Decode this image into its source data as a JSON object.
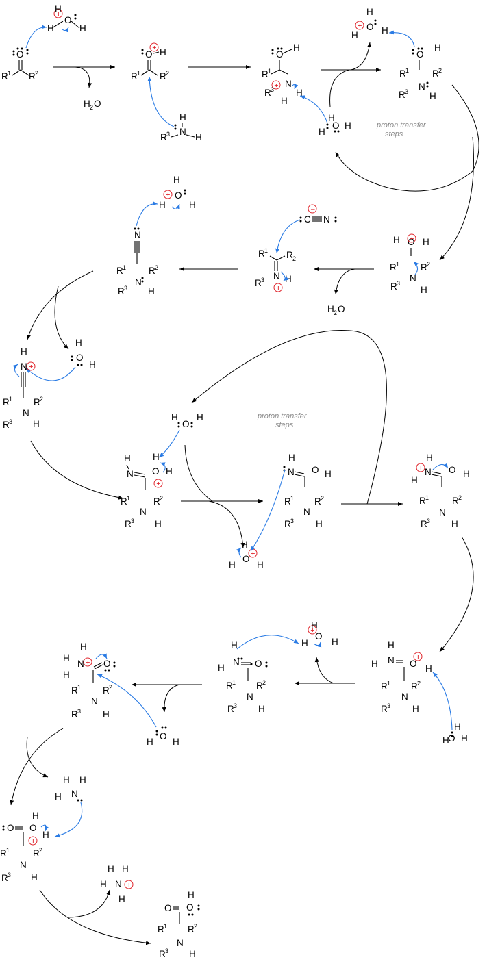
{
  "labels": {
    "proton_transfer_1": "proton transfer",
    "proton_transfer_1b": "steps",
    "proton_transfer_2": "proton transfer",
    "proton_transfer_2b": "steps",
    "water_1": "H",
    "water_1b": "2",
    "water_1c": "O",
    "water_2": "H",
    "water_2b": "2",
    "water_2c": "O"
  },
  "colors": {
    "charge": "#e0252c",
    "electron_arrow": "#2a7be4",
    "note": "#8a8a8a"
  }
}
